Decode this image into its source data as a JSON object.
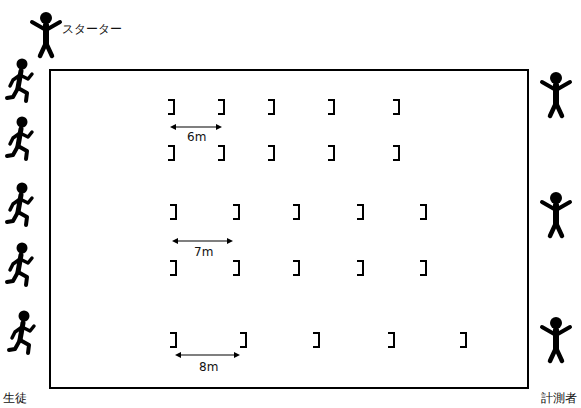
{
  "diagram": {
    "labels": [
      "スターター",
      "6m",
      "7m",
      "8m",
      "生徒",
      "計測者"
    ]
  }
}
